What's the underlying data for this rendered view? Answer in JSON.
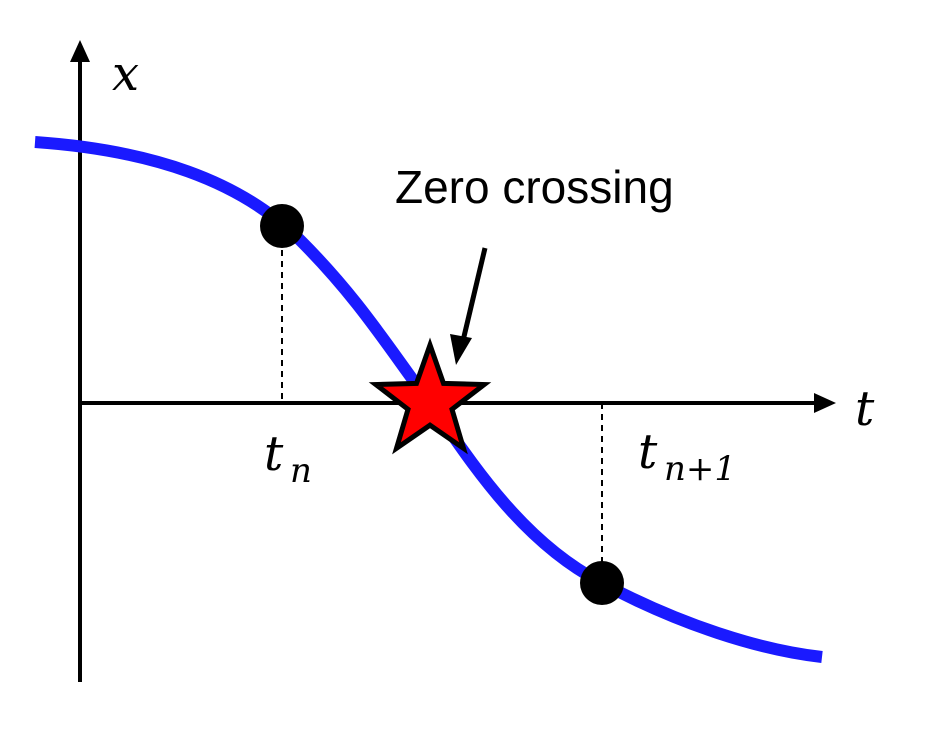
{
  "labels": {
    "y_axis": "x",
    "x_axis": "t",
    "annotation": "Zero crossing",
    "t_n_base": "t",
    "t_n_sub": "n",
    "t_n1_base": "t",
    "t_n1_sub": "n+1"
  },
  "colors": {
    "curve": "#1a1aff",
    "star_fill": "#ff0000",
    "star_stroke": "#000000",
    "point": "#000000",
    "axis": "#000000"
  }
}
